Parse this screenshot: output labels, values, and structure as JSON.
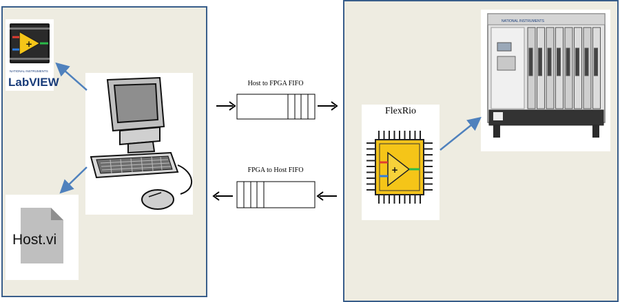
{
  "fifos": {
    "host_to_fpga": "Host to FPGA FIFO",
    "fpga_to_host": "FPGA to Host FIFO"
  },
  "host": {
    "file_label": "Host.vi",
    "labview_brand": "NATIONAL INSTRUMENTS",
    "labview_logo": "LabVIEW"
  },
  "target": {
    "device_label": "FlexRio",
    "chassis_brand": "NATIONAL INSTRUMENTS"
  },
  "colors": {
    "panel_fill": "#eeece1",
    "panel_border": "#385d8a",
    "link_arrow": "#4f81bd",
    "chip_yellow": "#f2c21b"
  },
  "icons": [
    "labview-logo-icon",
    "computer-icon",
    "document-icon",
    "fpga-chip-icon",
    "pxi-chassis-icon"
  ]
}
